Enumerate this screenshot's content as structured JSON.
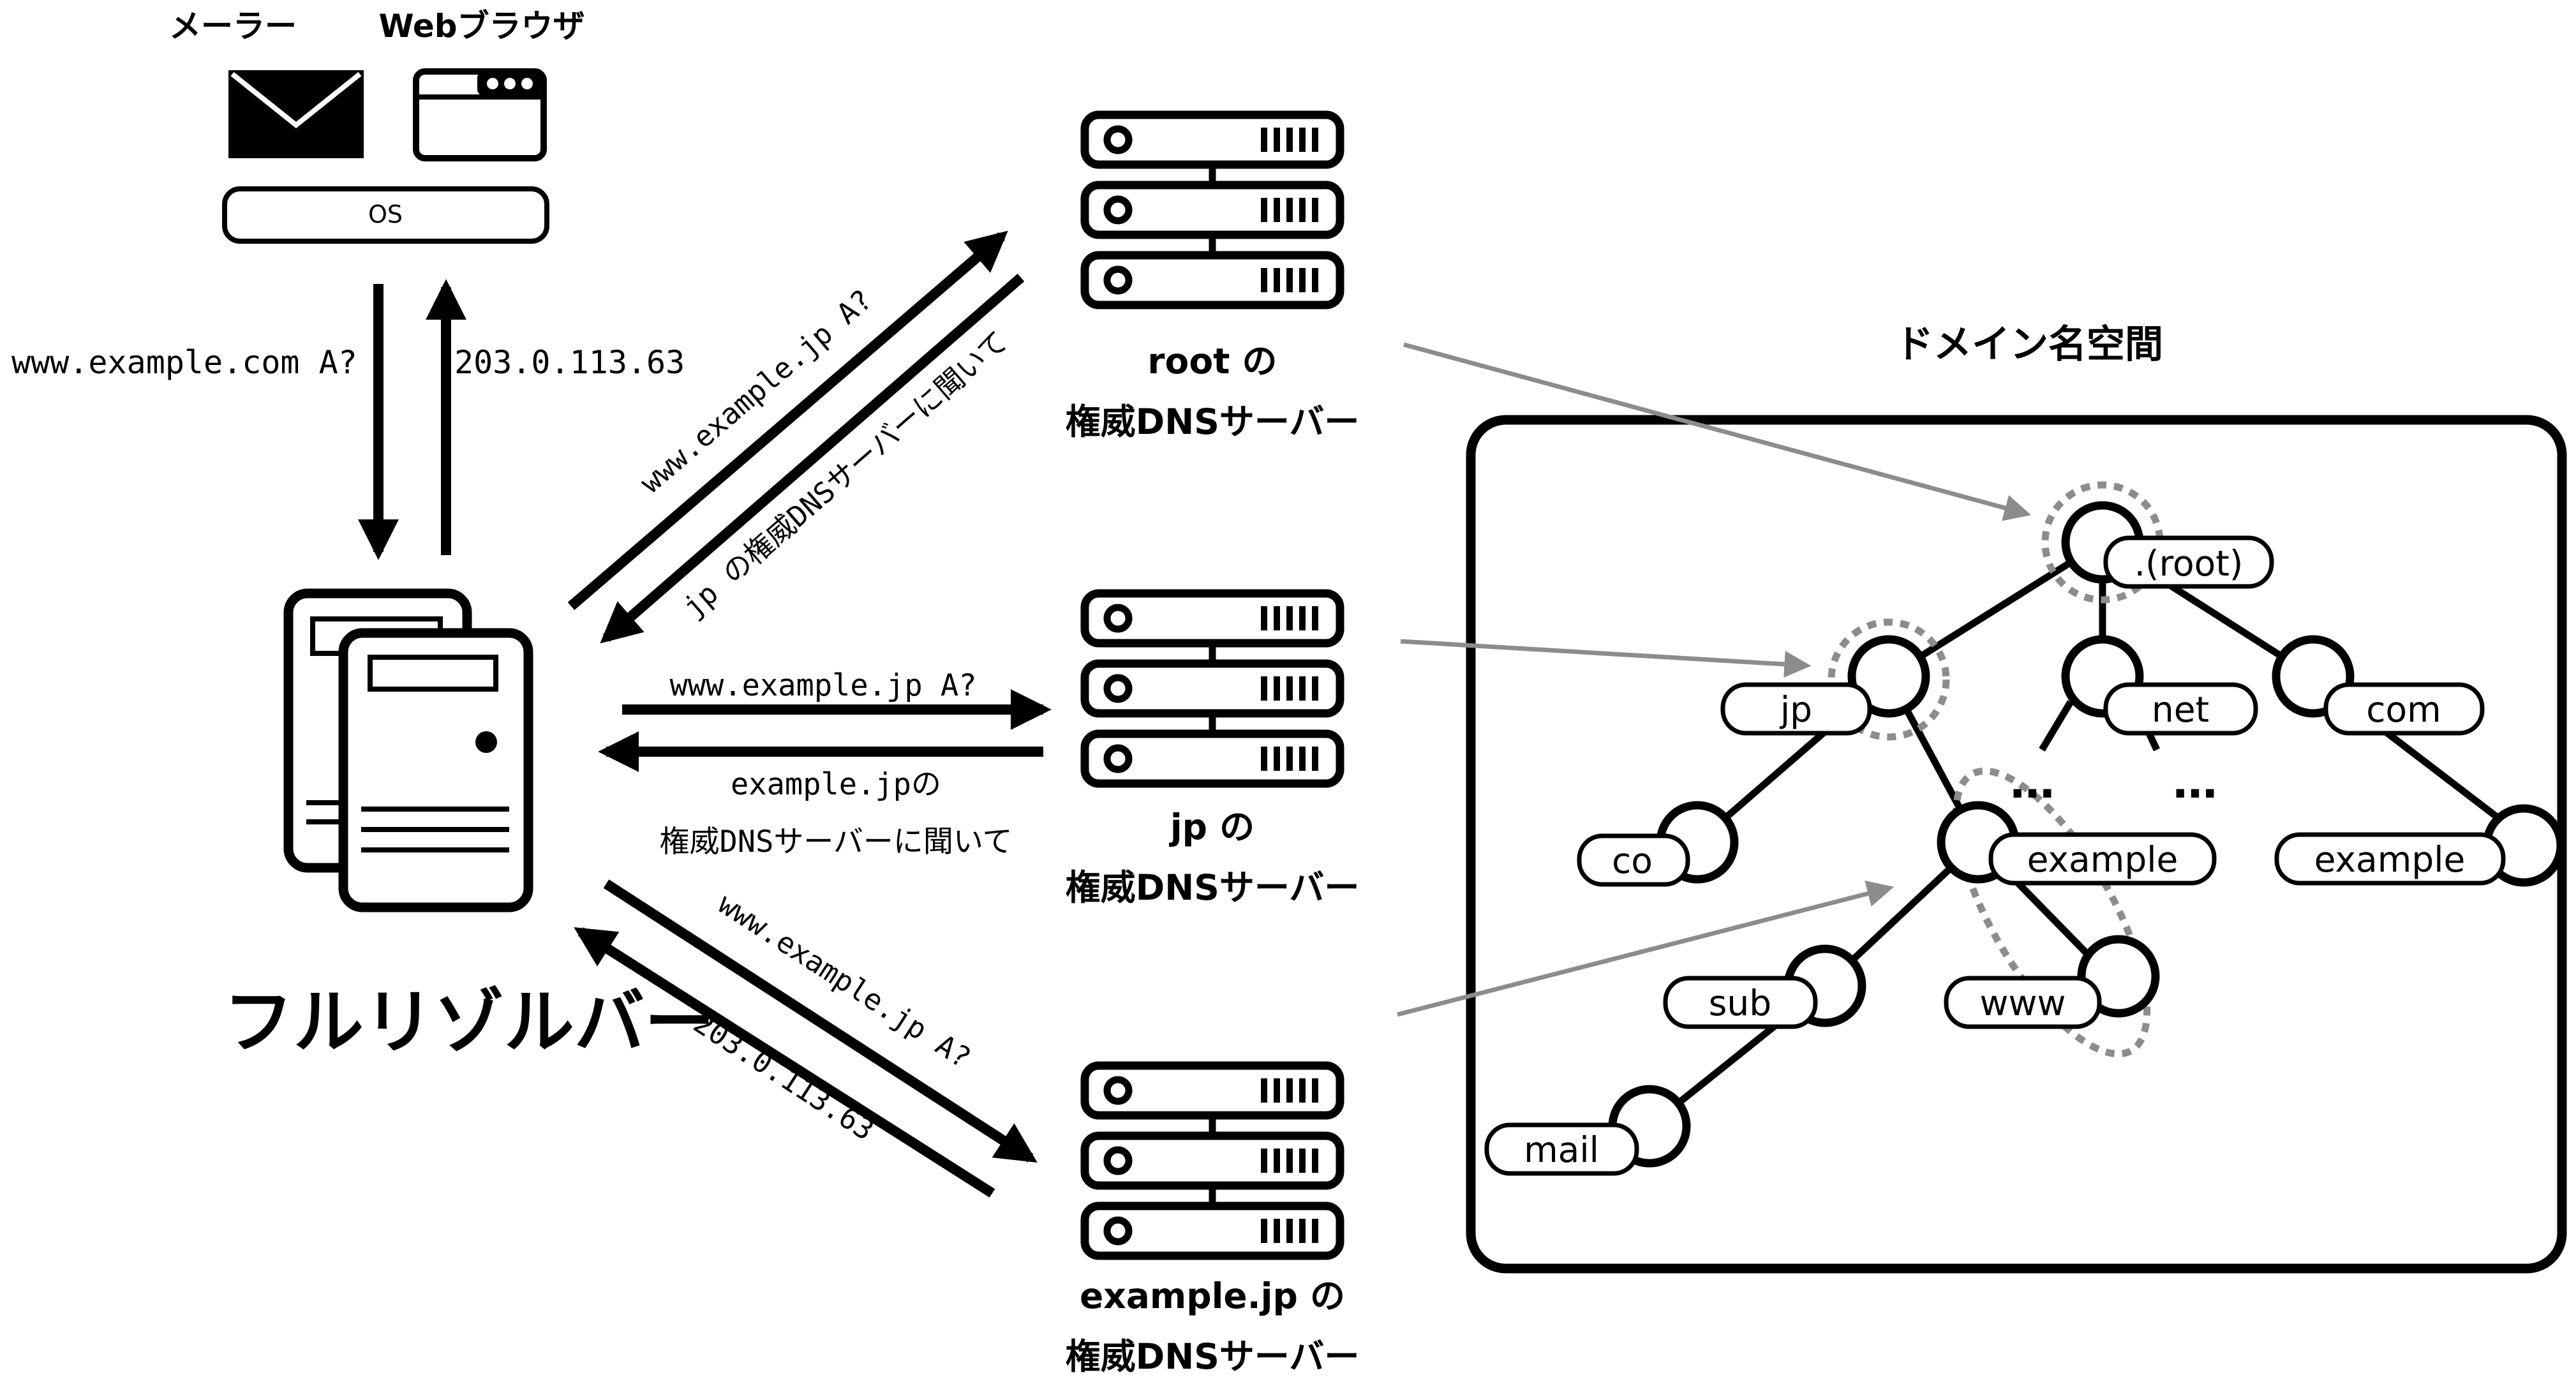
{
  "client": {
    "mailer_label": "メーラー",
    "browser_label": "Webブラウザ",
    "os_label": "OS",
    "query": "www.example.com A?",
    "answer": "203.0.113.63"
  },
  "resolver": {
    "label": "フルリゾルバー"
  },
  "servers": {
    "root": {
      "line1": "root の",
      "line2": "権威DNSサーバー"
    },
    "jp": {
      "line1": "jp の",
      "line2": "権威DNSサーバー"
    },
    "example": {
      "line1": "example.jp の",
      "line2": "権威DNSサーバー"
    }
  },
  "exchanges": {
    "root_query": "www.example.jp A?",
    "root_reply": "jp の権威DNSサーバーに聞いて",
    "jp_query": "www.example.jp A?",
    "jp_reply_1": "example.jpの",
    "jp_reply_2": "権威DNSサーバーに聞いて",
    "example_query": "www.example.jp A?",
    "example_reply": "203.0.113.63"
  },
  "namespace": {
    "title": "ドメイン名空間",
    "root": ".(root)",
    "jp": "jp",
    "net": "net",
    "com": "com",
    "co": "co",
    "example_jp": "example",
    "example_com": "example",
    "sub": "sub",
    "www": "www",
    "mail": "mail",
    "ellipsis": "…"
  }
}
